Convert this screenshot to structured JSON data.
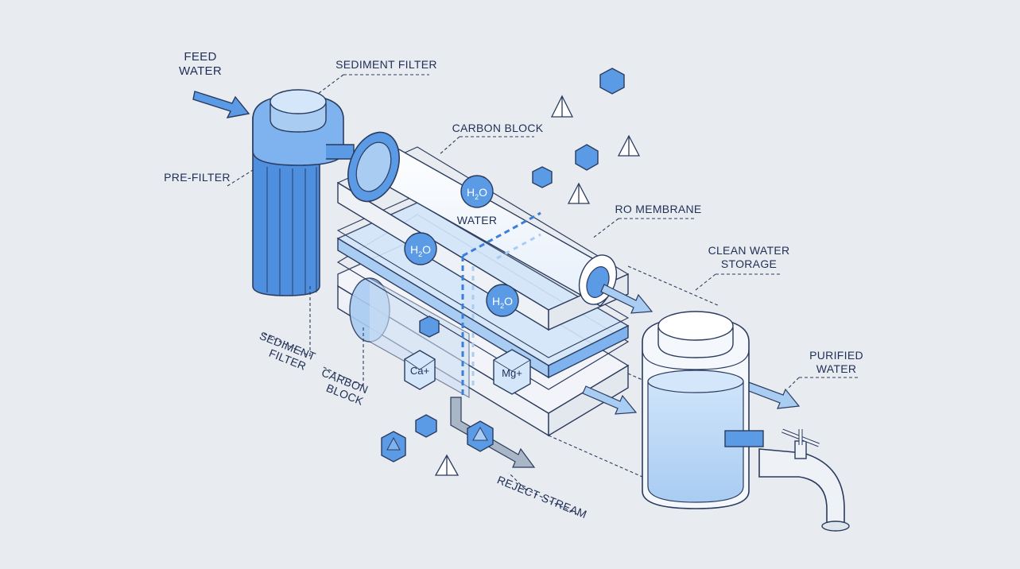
{
  "labels": {
    "feed_water_1": "FEED",
    "feed_water_2": "WATER",
    "sediment_filter_top": "SEDIMENT FILTER",
    "carbon_block_top": "CARBON BLOCK",
    "pre_filter": "PRE-FILTER",
    "water": "WATER",
    "ro_membrane": "RO MEMBRANE",
    "clean_water_1": "CLEAN WATER",
    "clean_water_2": "STORAGE",
    "purified_1": "PURIFIED",
    "purified_2": "WATER",
    "sediment_filter_side_1": "SEDIMENT",
    "sediment_filter_side_2": "FILTER",
    "carbon_block_side_1": "CARBON",
    "carbon_block_side_2": "BLOCK",
    "reject_stream": "REJECT STREAM"
  },
  "molecules": {
    "h2o_main": "H",
    "h2o_sub": "2",
    "h2o_tail": "O",
    "calcium": "Ca+",
    "magnesium": "Mg+"
  },
  "colors": {
    "background": "#e8ebf0",
    "blue_primary": "#5b9be6",
    "blue_dark": "#3b7fd9",
    "blue_light": "#a9ccf2",
    "blue_pale": "#d3e6fa",
    "outline": "#2b3b5e",
    "text": "#1f2f55"
  },
  "icons": [
    "feed-arrow-icon",
    "hexagon-particle-icon",
    "tetrahedron-particle-icon",
    "faucet-icon",
    "output-arrow-icon"
  ]
}
